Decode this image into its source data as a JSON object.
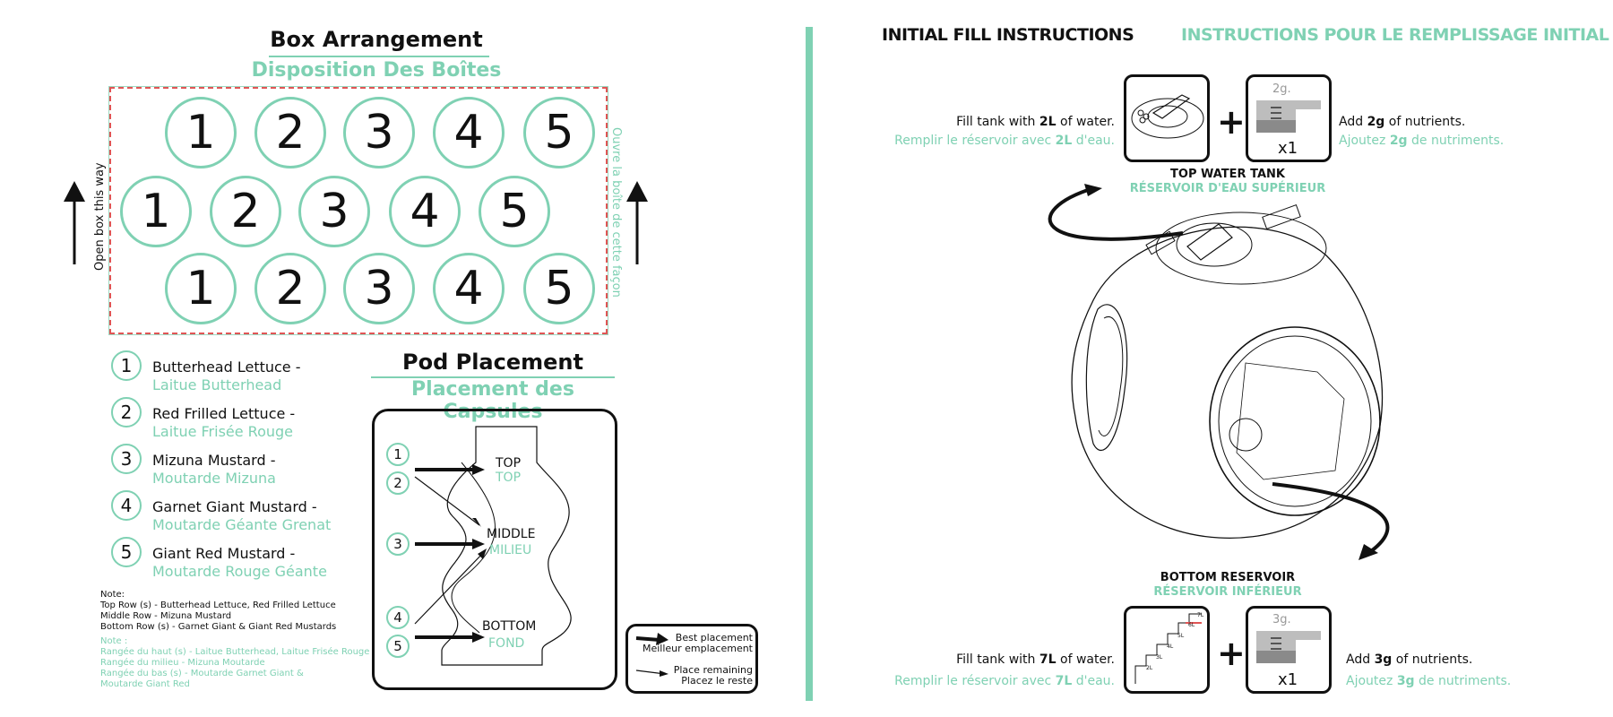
{
  "box_arrangement": {
    "title_en": "Box Arrangement",
    "title_fr": "Disposition Des Boîtes",
    "open_label_en": "Open box this way",
    "open_label_fr": "Ouvre la boîte de cette façon",
    "rows": [
      [
        "1",
        "2",
        "3",
        "4",
        "5"
      ],
      [
        "1",
        "2",
        "3",
        "4",
        "5"
      ],
      [
        "1",
        "2",
        "3",
        "4",
        "5"
      ]
    ]
  },
  "legend": [
    {
      "num": "1",
      "en": "Butterhead Lettuce -",
      "fr": "Laitue Butterhead"
    },
    {
      "num": "2",
      "en": "Red Frilled Lettuce -",
      "fr": "Laitue Frisée Rouge"
    },
    {
      "num": "3",
      "en": "Mizuna Mustard -",
      "fr": "Moutarde Mizuna"
    },
    {
      "num": "4",
      "en": "Garnet Giant Mustard -",
      "fr": "Moutarde Géante Grenat"
    },
    {
      "num": "5",
      "en": "Giant Red Mustard -",
      "fr": "Moutarde Rouge Géante"
    }
  ],
  "note_en": {
    "label": "Note:",
    "line1": "Top Row (s) - Butterhead Lettuce, Red Frilled Lettuce",
    "line2": "Middle Row - Mizuna Mustard",
    "line3": "Bottom Row (s) - Garnet Giant & Giant Red Mustards"
  },
  "note_fr": {
    "label": "Note :",
    "line1": "Rangée du haut (s) - Laitue Butterhead, Laitue Frisée Rouge",
    "line2": "Rangée du milieu - Mizuna Moutarde",
    "line3": "Rangée du bas (s) - Moutarde Garnet Giant &",
    "line4": "Moutarde Giant Red"
  },
  "pod_placement": {
    "title_en": "Pod Placement",
    "title_fr": "Placement des Capsules",
    "pods": [
      "1",
      "2",
      "3",
      "4",
      "5"
    ],
    "top_en": "TOP",
    "top_fr": "TOP",
    "middle_en": "MIDDLE",
    "middle_fr": "MILIEU",
    "bottom_en": "BOTTOM",
    "bottom_fr": "FOND",
    "key_best_en": "Best placement",
    "key_best_fr": "Meilleur emplacement",
    "key_rest_en": "Place remaining",
    "key_rest_fr": "Placez le reste"
  },
  "fill": {
    "title_en": "INITIAL FILL INSTRUCTIONS",
    "title_fr": "INSTRUCTIONS POUR LE REMPLISSAGE INITIAL",
    "top": {
      "fill_en_pre": "Fill tank with ",
      "fill_en_val": "2L",
      "fill_en_post": " of water.",
      "fill_fr_pre": "Remplir le réservoir avec ",
      "fill_fr_val": "2L",
      "fill_fr_post": " d'eau.",
      "scoop_label": "2g.",
      "multiplier": "x1",
      "add_en_pre": "Add ",
      "add_en_val": "2g",
      "add_en_post": " of nutrients.",
      "add_fr_pre": "Ajoutez ",
      "add_fr_val": "2g",
      "add_fr_post": " de nutriments.",
      "tank_en": "TOP WATER TANK",
      "tank_fr": "RÉSERVOIR D'EAU SUPÉRIEUR"
    },
    "bottom": {
      "fill_en_pre": "Fill tank with ",
      "fill_en_val": "7L",
      "fill_en_post": " of water.",
      "fill_fr_pre": "Remplir le réservoir avec ",
      "fill_fr_val": "7L",
      "fill_fr_post": " d'eau.",
      "scoop_label": "3g.",
      "multiplier": "x1",
      "add_en_pre": "Add ",
      "add_en_val": "3g",
      "add_en_post": " of nutrients.",
      "add_fr_pre": "Ajoutez ",
      "add_fr_val": "3g",
      "add_fr_post": " de nutriments.",
      "tank_en": "BOTTOM RESERVOIR",
      "tank_fr": "RÉSERVOIR INFÉRIEUR",
      "level_marks": [
        "2L",
        "3L",
        "4L",
        "5L",
        "6L",
        "7L"
      ]
    }
  },
  "colors": {
    "accent": "#7fd1b3",
    "border_dash": "#e05555",
    "ink": "#111111"
  }
}
